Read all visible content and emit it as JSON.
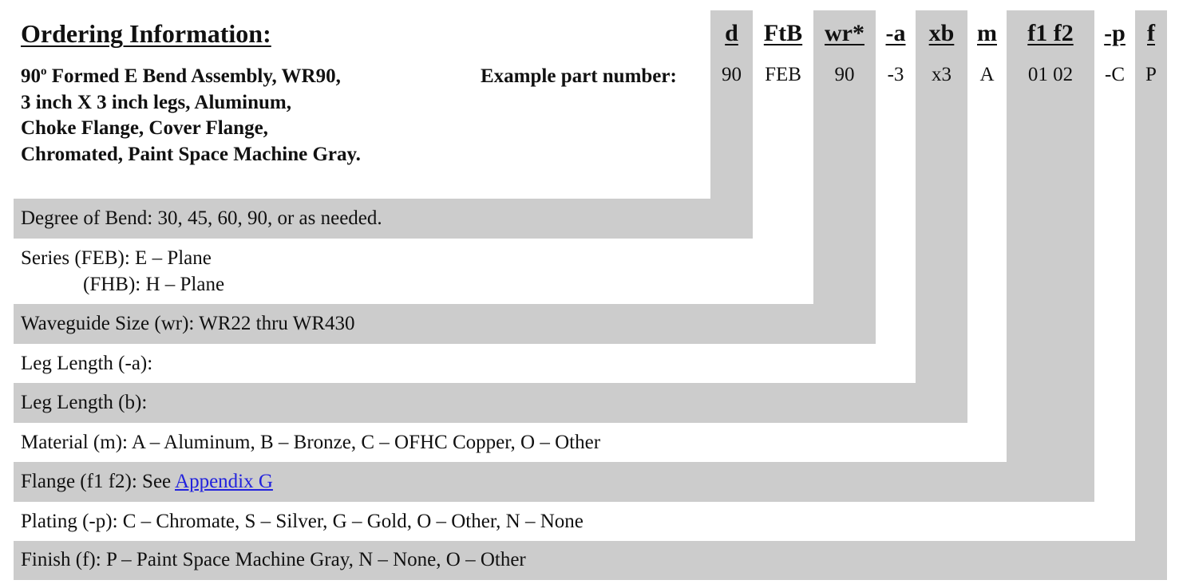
{
  "title": "Ordering Information:",
  "description": {
    "line1_degree": "90",
    "line1_sup": "o",
    "line1_rest": " Formed E Bend Assembly, WR90,",
    "line2": "3 inch X 3 inch legs, Aluminum,",
    "line3": "Choke Flange, Cover Flange,",
    "line4": "Chromated, Paint Space Machine Gray."
  },
  "example_label": "Example part number:",
  "columns": [
    {
      "code": "d",
      "value": "90"
    },
    {
      "code": "FtB",
      "value": "FEB"
    },
    {
      "code": "wr*",
      "value": "90"
    },
    {
      "code": "-a",
      "value": "-3"
    },
    {
      "code": "xb",
      "value": "x3"
    },
    {
      "code": "m",
      "value": "A"
    },
    {
      "code": "f1 f2",
      "value": "01 02"
    },
    {
      "code": "-p",
      "value": "-C"
    },
    {
      "code": "f",
      "value": "P"
    }
  ],
  "rows": {
    "degree": "Degree of Bend: 30, 45, 60, 90, or as needed.",
    "series1": "Series (FEB): E – Plane",
    "series2": "(FHB): H – Plane",
    "waveguide": "Waveguide Size (wr): WR22 thru WR430",
    "leg_a": "Leg Length (-a):",
    "leg_b": "Leg Length (b):",
    "material": "Material (m): A – Aluminum, B – Bronze, C – OFHC Copper, O – Other",
    "flange_prefix": "Flange (f1 f2): See ",
    "flange_link": "Appendix G",
    "plating": "Plating (-p): C – Chromate, S – Silver, G – Gold, O – Other, N – None",
    "finish": "Finish (f): P – Paint Space Machine Gray, N – None, O – Other"
  },
  "colors": {
    "shade": "#cccccc",
    "link": "#2222dd"
  }
}
